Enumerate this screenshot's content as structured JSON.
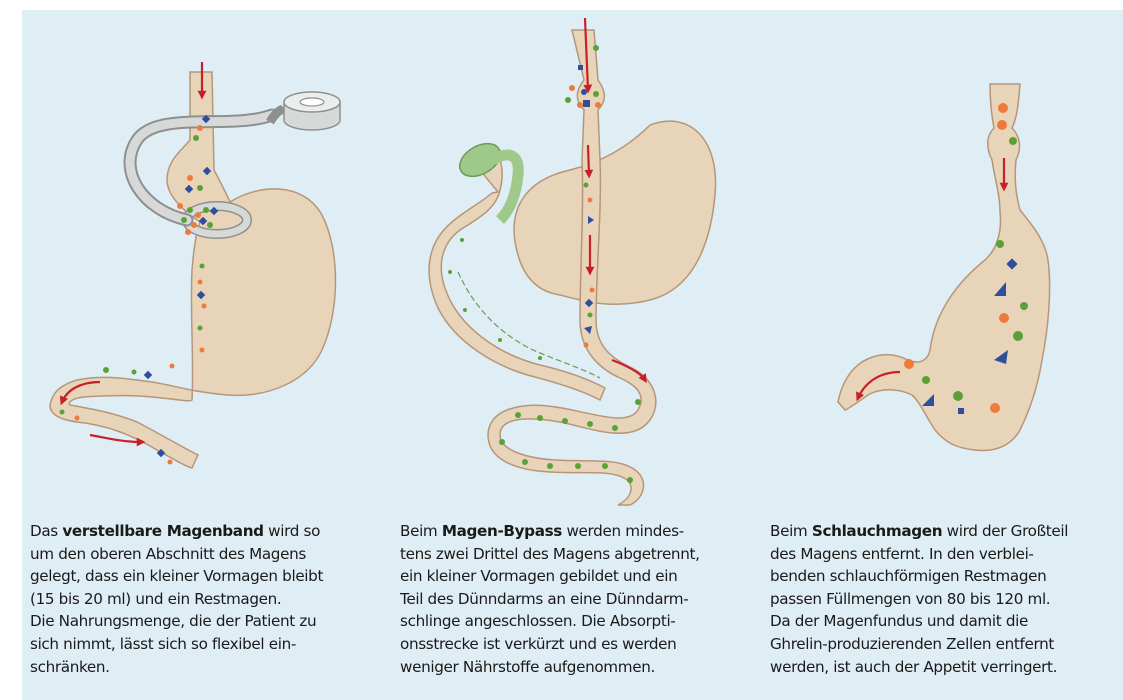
{
  "colors": {
    "background": "#dfeef5",
    "stomach_fill": "#e8d4b8",
    "stomach_stroke": "#b6967a",
    "arrow": "#c8202a",
    "dot_orange": "#ee7a3c",
    "dot_green": "#5aa238",
    "shape_blue": "#2f4f9e",
    "band_gray": "#d7d9d9",
    "bypass_green": "#9fc98a"
  },
  "panels": [
    {
      "caption_before": "Das ",
      "caption_bold": "verstellbare Magenband",
      "caption_after": " wird so\num den oberen Abschnitt des Magens\ngelegt, dass ein kleiner Vormagen bleibt\n(15 bis 20 ml) und ein Restmagen.\nDie Nahrungsmenge, die der Patient zu\nsich nimmt, lässt sich so flexibel ein-\nschränken."
    },
    {
      "caption_before": "Beim ",
      "caption_bold": "Magen-Bypass",
      "caption_after": " werden mindes-\ntens zwei Drittel des Magens abgetrennt,\nein kleiner Vormagen gebildet und ein\nTeil des Dünndarms an eine Dünndarm-\nschlinge angeschlossen. Die Absorpti-\nonsstrecke ist verkürzt und es werden\nweniger Nährstoffe aufgenommen."
    },
    {
      "caption_before": "Beim ",
      "caption_bold": "Schlauchmagen",
      "caption_after": " wird der Großteil\ndes Magens entfernt. In den verblei-\nbenden schlauchförmigen Restmagen\npassen Füllmengen von 80 bis 120 ml.\nDa der Magenfundus und damit die\nGhrelin-produzierenden Zellen entfernt\nwerden, ist auch der Appetit verringert."
    }
  ]
}
